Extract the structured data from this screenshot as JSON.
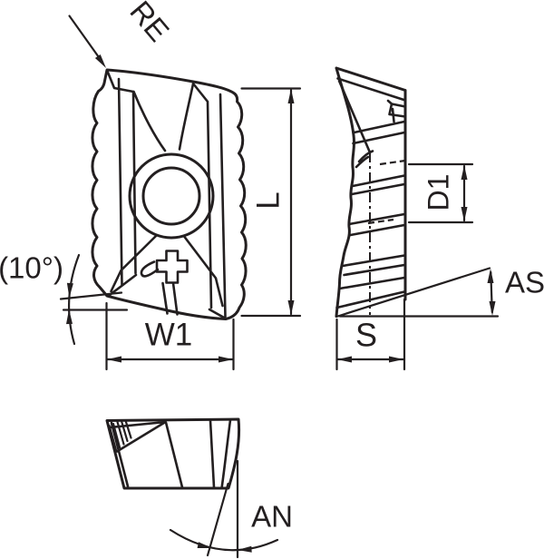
{
  "drawing": {
    "kind": "insert-dimension-diagram",
    "labels": {
      "corner_radius": "RE",
      "rake_angle": "(10°)",
      "width": "W1",
      "length": "L",
      "hole_diameter": "D1",
      "wiper_angle": "AS",
      "thickness": "S",
      "clearance_angle": "AN"
    },
    "colors": {
      "line": "#231f20",
      "background": "#ffffff"
    }
  }
}
